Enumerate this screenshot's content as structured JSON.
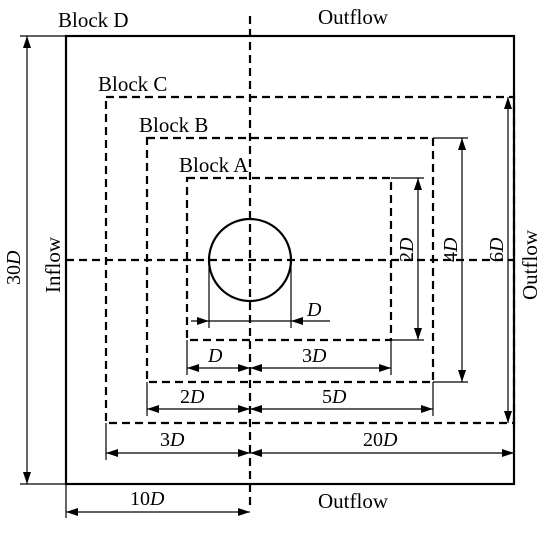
{
  "labels": {
    "block_a": "Block A",
    "block_b": "Block B",
    "block_c": "Block C",
    "block_d": "Block D",
    "outflow_top": "Outflow",
    "outflow_right": "Outflow",
    "outflow_bottom": "Outflow",
    "inflow": "Inflow"
  },
  "dimensions": {
    "d_cyl": "D",
    "d_left_a": "D",
    "d_right_a": "3D",
    "d_left_b": "2D",
    "d_right_b": "5D",
    "d_left_c": "3D",
    "d_right_c": "20D",
    "d_left_d": "10D",
    "h_a": "2D",
    "h_b": "4D",
    "h_c": "6D",
    "h_d": "30D"
  }
}
